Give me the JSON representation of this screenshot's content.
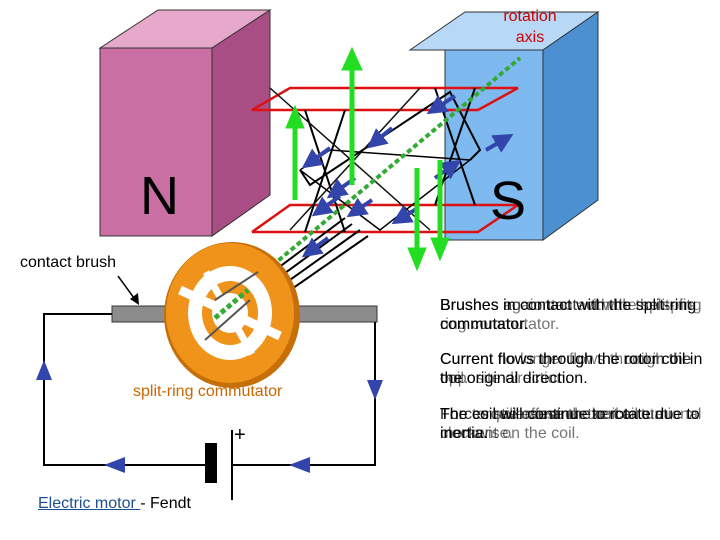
{
  "labels": {
    "rotation_axis": "rotation axis",
    "pole_n": "N",
    "pole_s": "S",
    "contact_brush": "contact brush",
    "split_ring": "split-ring commutator",
    "plus": "+",
    "credit_link": "Electric motor ",
    "credit_suffix": "- Fendt"
  },
  "notes": [
    "Brushes in contact with the split-ring commutator.",
    "Brushes again contact with the split-ring commutator.",
    "Brushes no contact with the split-ring commutator.",
    "Current flows through the rotor coil in the original direction.",
    "Current no longer flows through the coil.",
    "Current flows through the coil in the opposite direction.",
    "The coil will continue to rotate due to inertia.",
    "Forces still cause the coil to turn clockwise.",
    "Forces reverse and exert a rotational moment on the coil.",
    "The torque effect on the coil."
  ],
  "colors": {
    "magnet_n": "#c96fa3",
    "magnet_s": "#7eb9ef",
    "commutator": "#f0931a",
    "force_arrow": "#22dd22",
    "current_arrow": "#3344aa",
    "axis": "#33aa33",
    "coil_red": "#dd1111"
  }
}
